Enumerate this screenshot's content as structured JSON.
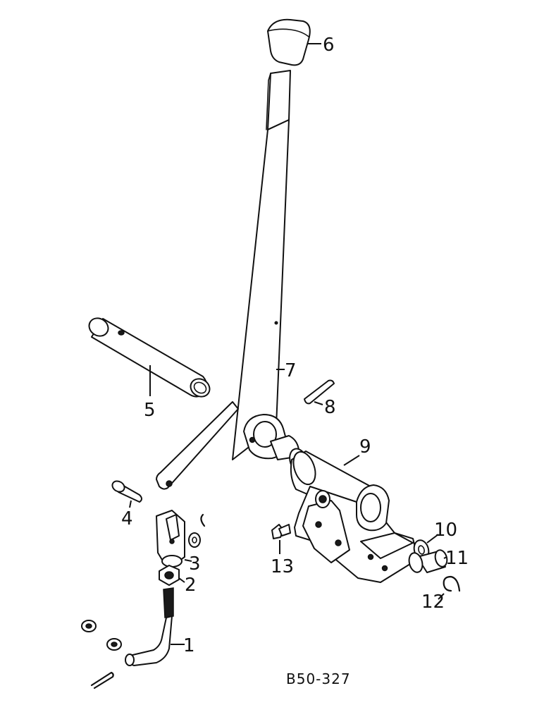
{
  "diagram": {
    "reference": "B50-327",
    "callouts": {
      "1": "1",
      "2": "2",
      "3": "3",
      "4": "4",
      "5": "5",
      "6": "6",
      "7": "7",
      "8": "8",
      "9": "9",
      "10": "10",
      "11": "11",
      "12": "12",
      "13": "13"
    }
  }
}
